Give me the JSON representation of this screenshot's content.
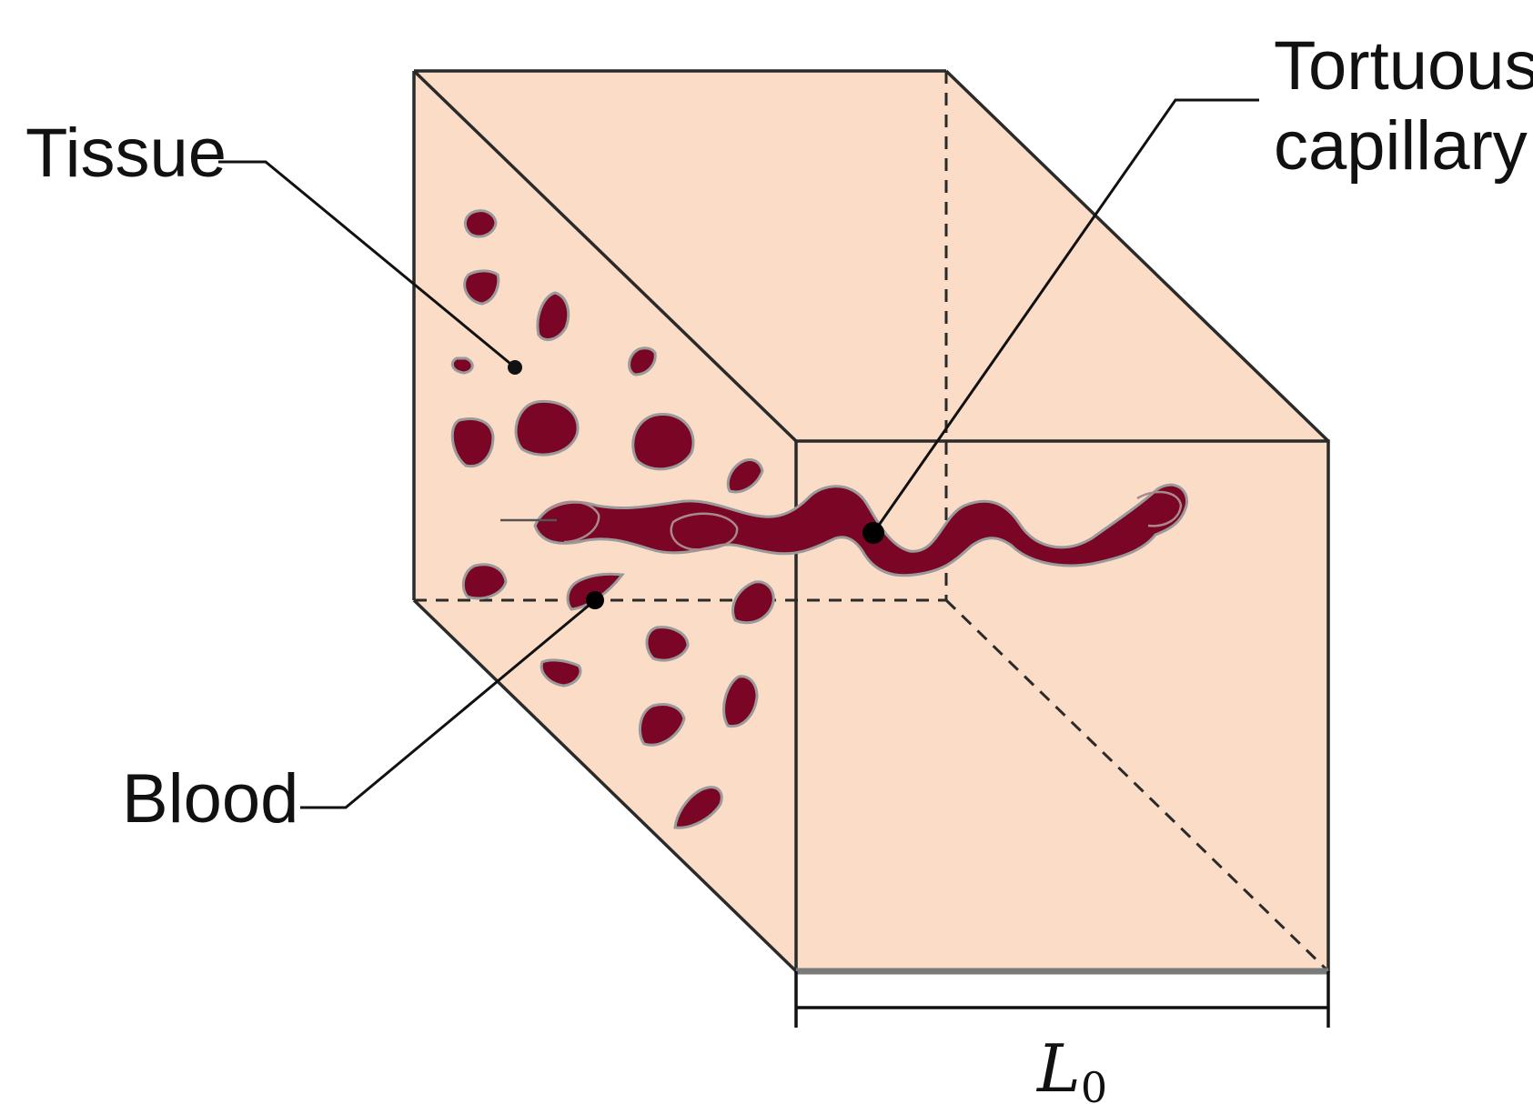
{
  "labels": {
    "tissue": "Tissue",
    "capillary_line1": "Tortuous",
    "capillary_line2": "capillary",
    "blood": "Blood",
    "length_symbol": "L",
    "length_subscript": "0"
  },
  "colors": {
    "tissue_fill": "#fbdcc7",
    "blood_fill": "#7a0525",
    "outline": "#2a2a2a",
    "background": "#ffffff"
  }
}
